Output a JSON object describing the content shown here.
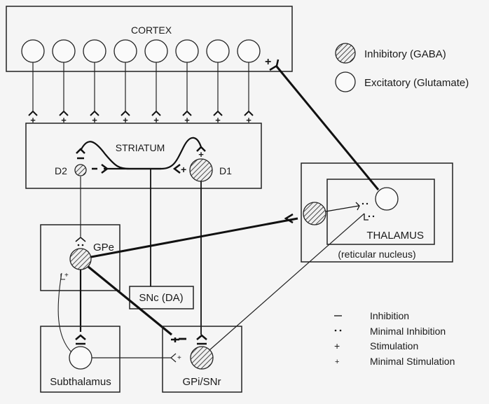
{
  "regions": {
    "cortex": "CORTEX",
    "striatum": "STRIATUM",
    "d2": "D2",
    "d1": "D1",
    "thalamus": "THALAMUS",
    "reticular": "(reticular nucleus)",
    "gpe": "GPe",
    "snc": "SNc (DA)",
    "subthalamus": "Subthalamus",
    "gpi": "GPi/SNr"
  },
  "neuron_legend": [
    {
      "type": "inhibitory",
      "label": "Inhibitory (GABA)"
    },
    {
      "type": "excitatory",
      "label": "Excitatory (Glutamate)"
    }
  ],
  "synapse_legend": [
    {
      "symbol": "−",
      "label": "Inhibition"
    },
    {
      "symbol": "··",
      "label": "Minimal Inhibition"
    },
    {
      "symbol": "+",
      "label": "Stimulation"
    },
    {
      "symbol": "+",
      "label": "Minimal Stimulation"
    }
  ],
  "synapse_signs": {
    "plus": "+",
    "minus": "−"
  },
  "cortex_neuron_count": 8
}
